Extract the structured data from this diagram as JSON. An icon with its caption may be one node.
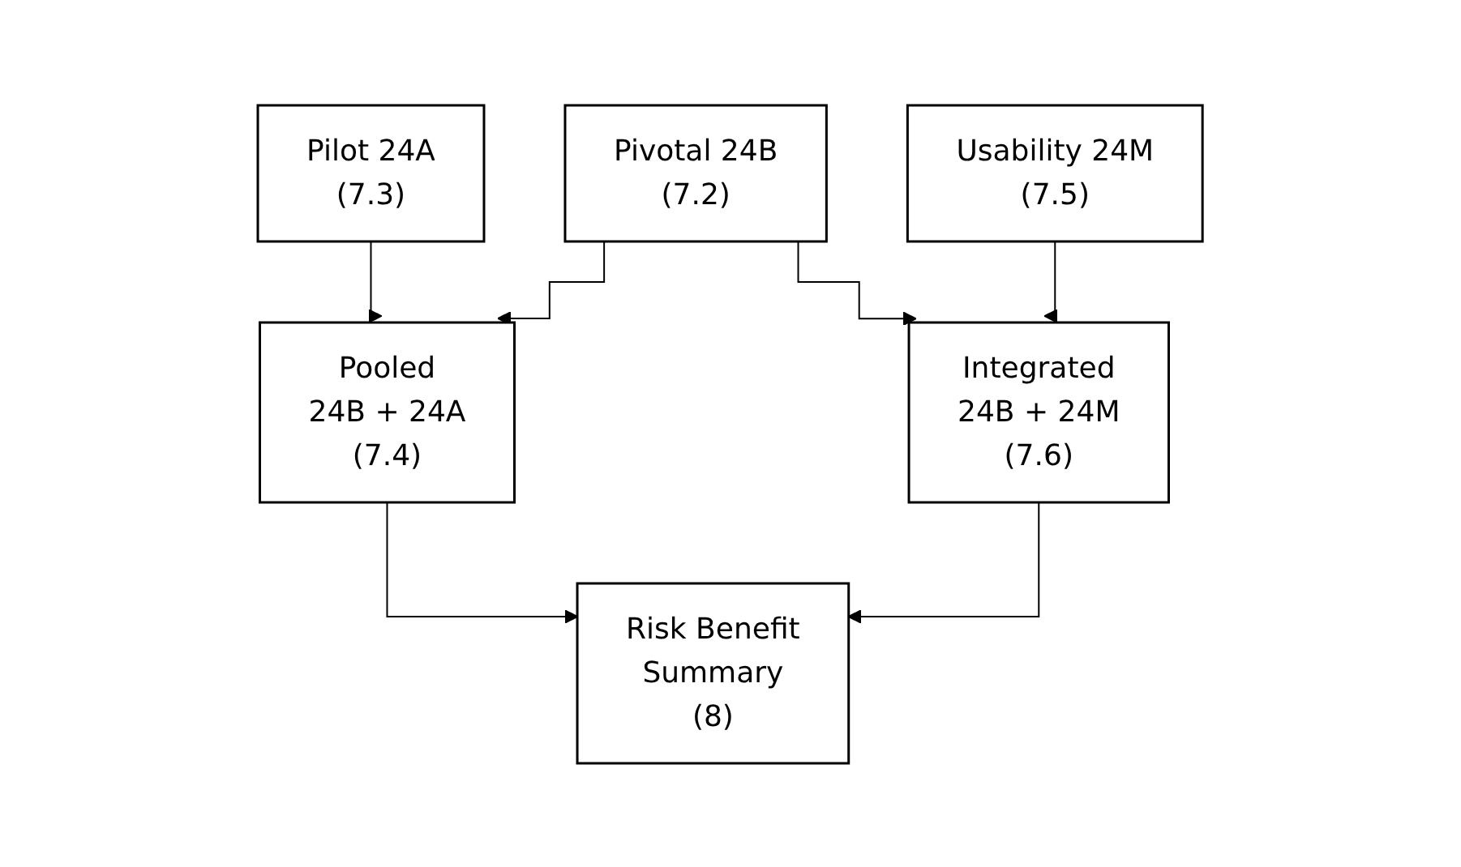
{
  "diagram": {
    "nodes": [
      {
        "text": [
          "Pilot 24A",
          "(7.3)"
        ]
      },
      {
        "text": [
          "Pivotal 24B",
          "(7.2)"
        ]
      },
      {
        "text": [
          "Usability 24M",
          "(7.5)"
        ]
      },
      {
        "text": [
          "Pooled",
          "24B + 24A",
          "(7.4)"
        ]
      },
      {
        "text": [
          "Integrated",
          "24B + 24M",
          "(7.6)"
        ]
      },
      {
        "text": [
          "Risk Benefit",
          "Summary",
          "(8)"
        ]
      }
    ],
    "edges": [
      {
        "from": 0,
        "to": 3,
        "arrow": "to"
      },
      {
        "from": 1,
        "to": 3,
        "arrow": "to"
      },
      {
        "from": 1,
        "to": 4,
        "arrow": "to"
      },
      {
        "from": 2,
        "to": 4,
        "arrow": "to"
      },
      {
        "from": 3,
        "to": 5,
        "arrow": "to"
      },
      {
        "from": 4,
        "to": 5,
        "arrow": "to"
      }
    ]
  }
}
